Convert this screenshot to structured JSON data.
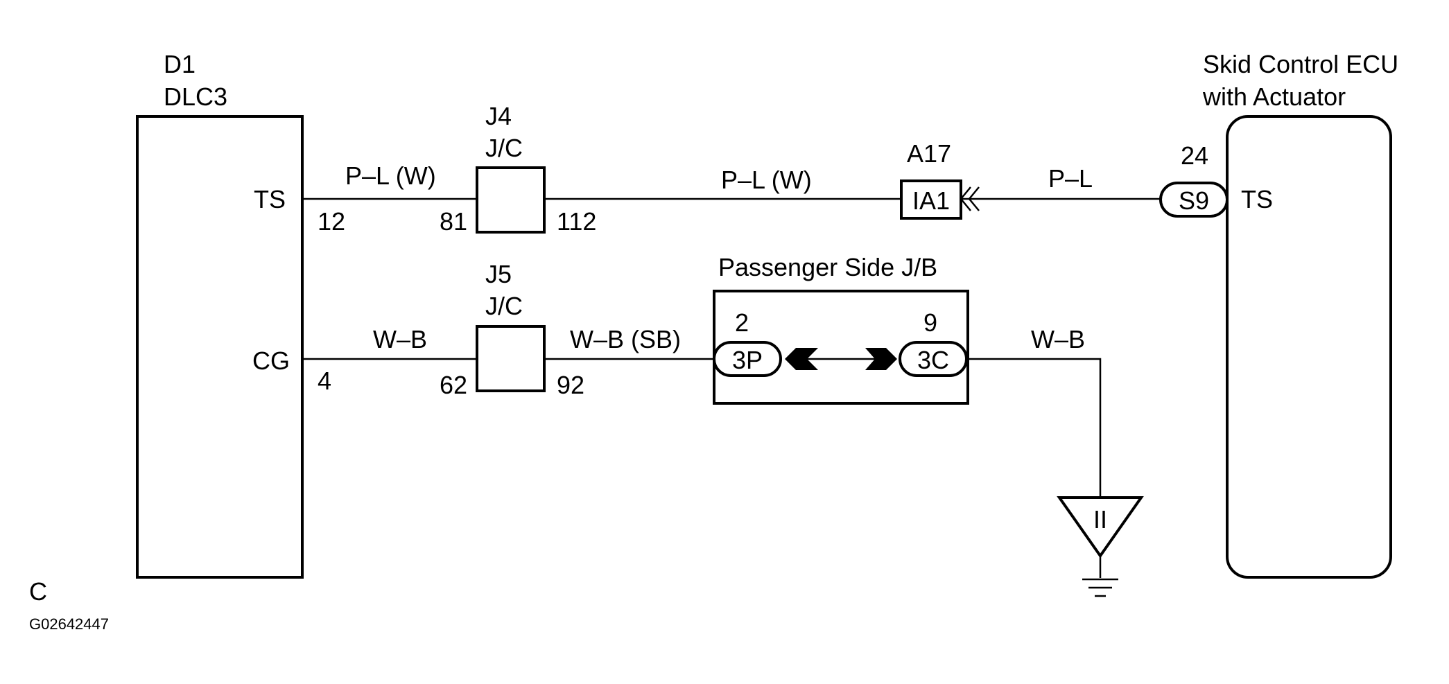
{
  "dlc": {
    "code": "D1",
    "name": "DLC3",
    "pin_ts": "TS",
    "pin_cg": "CG"
  },
  "ecu": {
    "name_line1": "Skid Control ECU",
    "name_line2": "with Actuator",
    "pin_ts": "TS",
    "pin_num": "24",
    "connector": "S9"
  },
  "j4": {
    "code": "J4",
    "type": "J/C",
    "pin_in": "81",
    "pin_out": "112"
  },
  "j5": {
    "code": "J5",
    "type": "J/C",
    "pin_in": "62",
    "pin_out": "92"
  },
  "a17": {
    "code": "A17",
    "connector": "IA1"
  },
  "jb": {
    "name": "Passenger Side J/B",
    "left_pin": "2",
    "left_conn": "3P",
    "right_pin": "9",
    "right_conn": "3C"
  },
  "wires": {
    "ts_dlc_pin": "12",
    "ts_seg1": "P–L (W)",
    "ts_seg2": "P–L (W)",
    "ts_seg3": "P–L",
    "cg_dlc_pin": "4",
    "cg_seg1": "W–B",
    "cg_seg2": "W–B (SB)",
    "cg_seg3": "W–B"
  },
  "ground": {
    "label": "II"
  },
  "footer": {
    "corner_letter": "C",
    "figure_id": "G02642447"
  }
}
